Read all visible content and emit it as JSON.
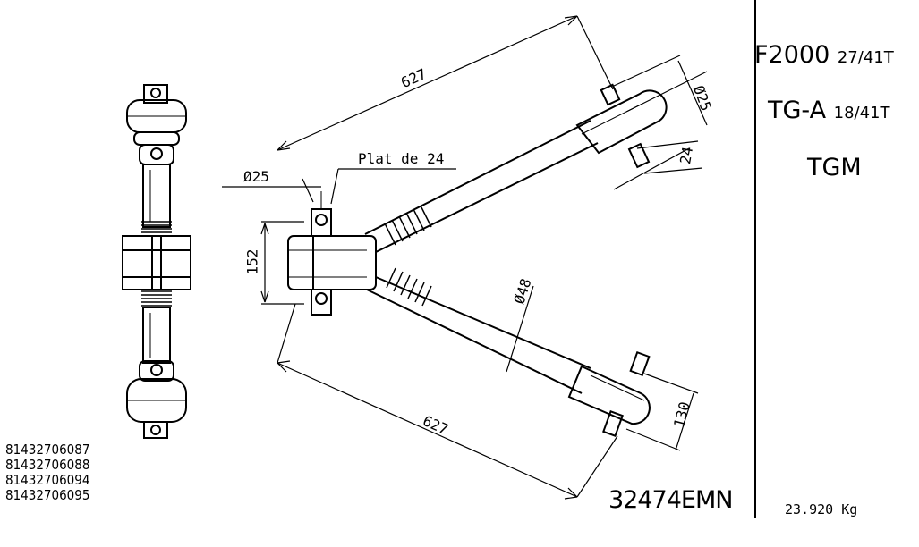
{
  "models": [
    {
      "name": "F2000",
      "spec": "27/41T"
    },
    {
      "name": "TG-A",
      "spec": "18/41T"
    },
    {
      "name": "TGM",
      "spec": ""
    }
  ],
  "reference": "32474EMN",
  "weight": "23.920 Kg",
  "part_numbers": [
    "81432706087",
    "81432706088",
    "81432706094",
    "81432706095"
  ],
  "dimensions": {
    "arm_length_upper": "627",
    "arm_length_lower": "627",
    "pin_diameter_right": "Ø25",
    "stud_width_right": "24",
    "pin_diameter_left": "Ø25",
    "flat_label": "Plat de 24",
    "center_height": "152",
    "tube_diameter": "Ø48",
    "eye_height": "130"
  }
}
